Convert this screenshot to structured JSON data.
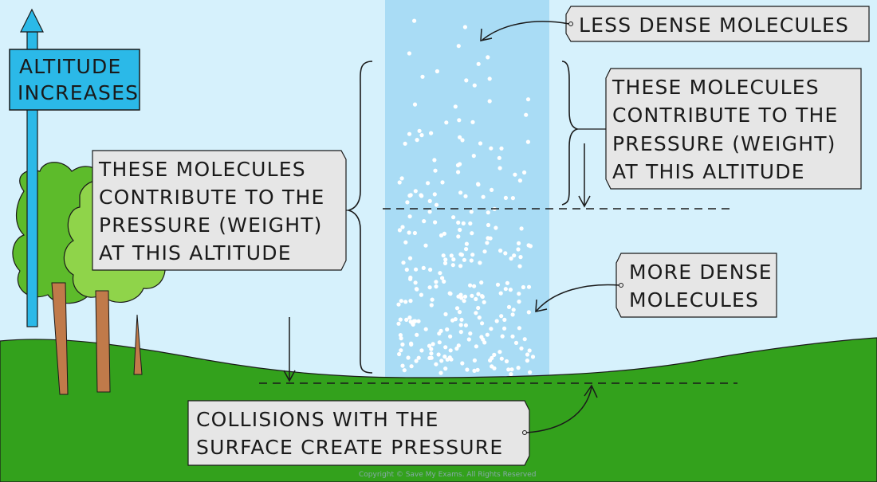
{
  "signpost": {
    "line1": "ALTITUDE",
    "line2": "INCREASES"
  },
  "labels": {
    "less_dense": "LESS DENSE MOLECULES",
    "upper_contrib": [
      "THESE MOLECULES",
      "CONTRIBUTE TO THE",
      "PRESSURE (WEIGHT)",
      "AT THIS ALTITUDE"
    ],
    "lower_contrib": [
      "THESE MOLECULES",
      "CONTRIBUTE TO THE",
      "PRESSURE (WEIGHT)",
      "AT THIS ALTITUDE"
    ],
    "more_dense": [
      "MORE DENSE",
      "MOLECULES"
    ],
    "collisions": [
      "COLLISIONS WITH THE",
      "SURFACE CREATE PRESSURE"
    ]
  },
  "copyright": "Copyright © Save My Exams. All Rights Reserved",
  "colors": {
    "sky": "#d6f1fc",
    "air_column": "#a9dcf5",
    "ground": "#33a11c",
    "signpost": "#2bb9e8",
    "tree_dark": "#5dbb2b",
    "tree_light": "#8fd44a",
    "trunk": "#c07a4a",
    "label_box": "#e6e6e6"
  }
}
